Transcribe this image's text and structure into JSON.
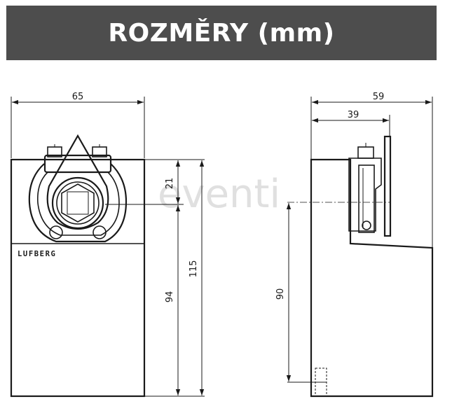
{
  "header": {
    "title": "ROZMĚRY (mm)"
  },
  "front_view": {
    "width_label": "65",
    "shaft_offset_label": "21",
    "body_height_label": "94",
    "total_height_label": "115",
    "brand": "LUFBERG"
  },
  "side_view": {
    "depth_label": "59",
    "bracket_depth_label": "39",
    "shaft_height_label": "90"
  },
  "watermark": "eventi",
  "colors": {
    "banner": "#4d4d4d",
    "line": "#1a1a1a",
    "watermark": "#d9d9d9"
  }
}
